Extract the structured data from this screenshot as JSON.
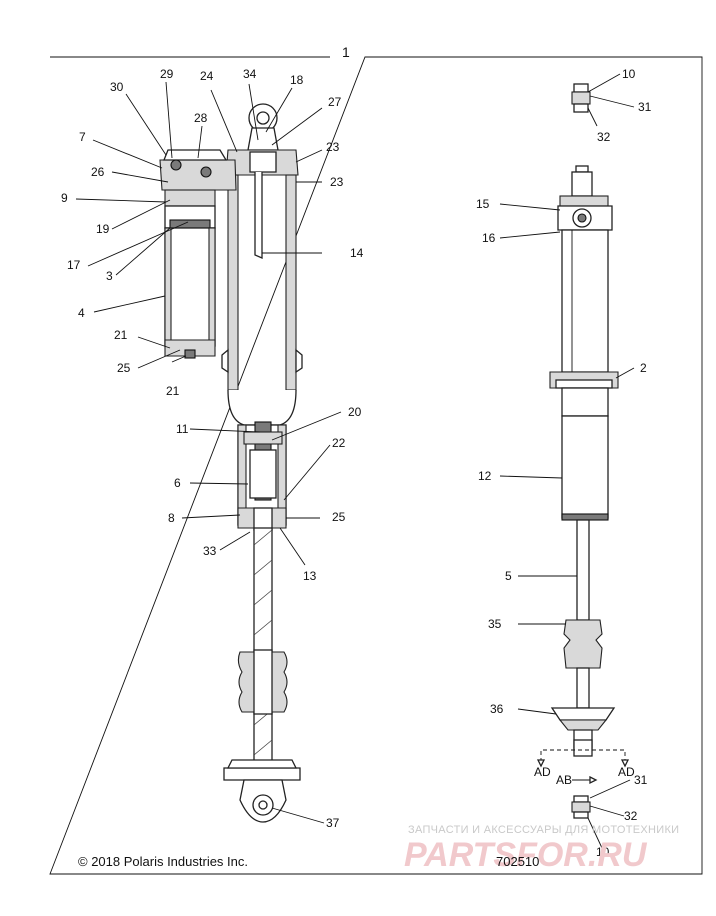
{
  "title_number": "1",
  "copyright": "© 2018 Polaris Industries Inc.",
  "drawing_number": "702510",
  "watermark": {
    "line1": "ЗАПЧАСТИ И АКСЕССУАРЫ ДЛЯ МОТОТЕХНИКИ",
    "brand": "PARTSFOR.RU"
  },
  "view_labels": [
    "AD",
    "AB",
    "AD"
  ],
  "callouts": [
    "29",
    "24",
    "34",
    "18",
    "30",
    "28",
    "27",
    "7",
    "26",
    "23",
    "23",
    "9",
    "19",
    "17",
    "14",
    "3",
    "4",
    "21",
    "25",
    "21",
    "20",
    "11",
    "6",
    "22",
    "8",
    "25",
    "33",
    "13",
    "37",
    "10",
    "31",
    "32",
    "15",
    "16",
    "2",
    "12",
    "5",
    "35",
    "36",
    "31",
    "32",
    "10"
  ]
}
